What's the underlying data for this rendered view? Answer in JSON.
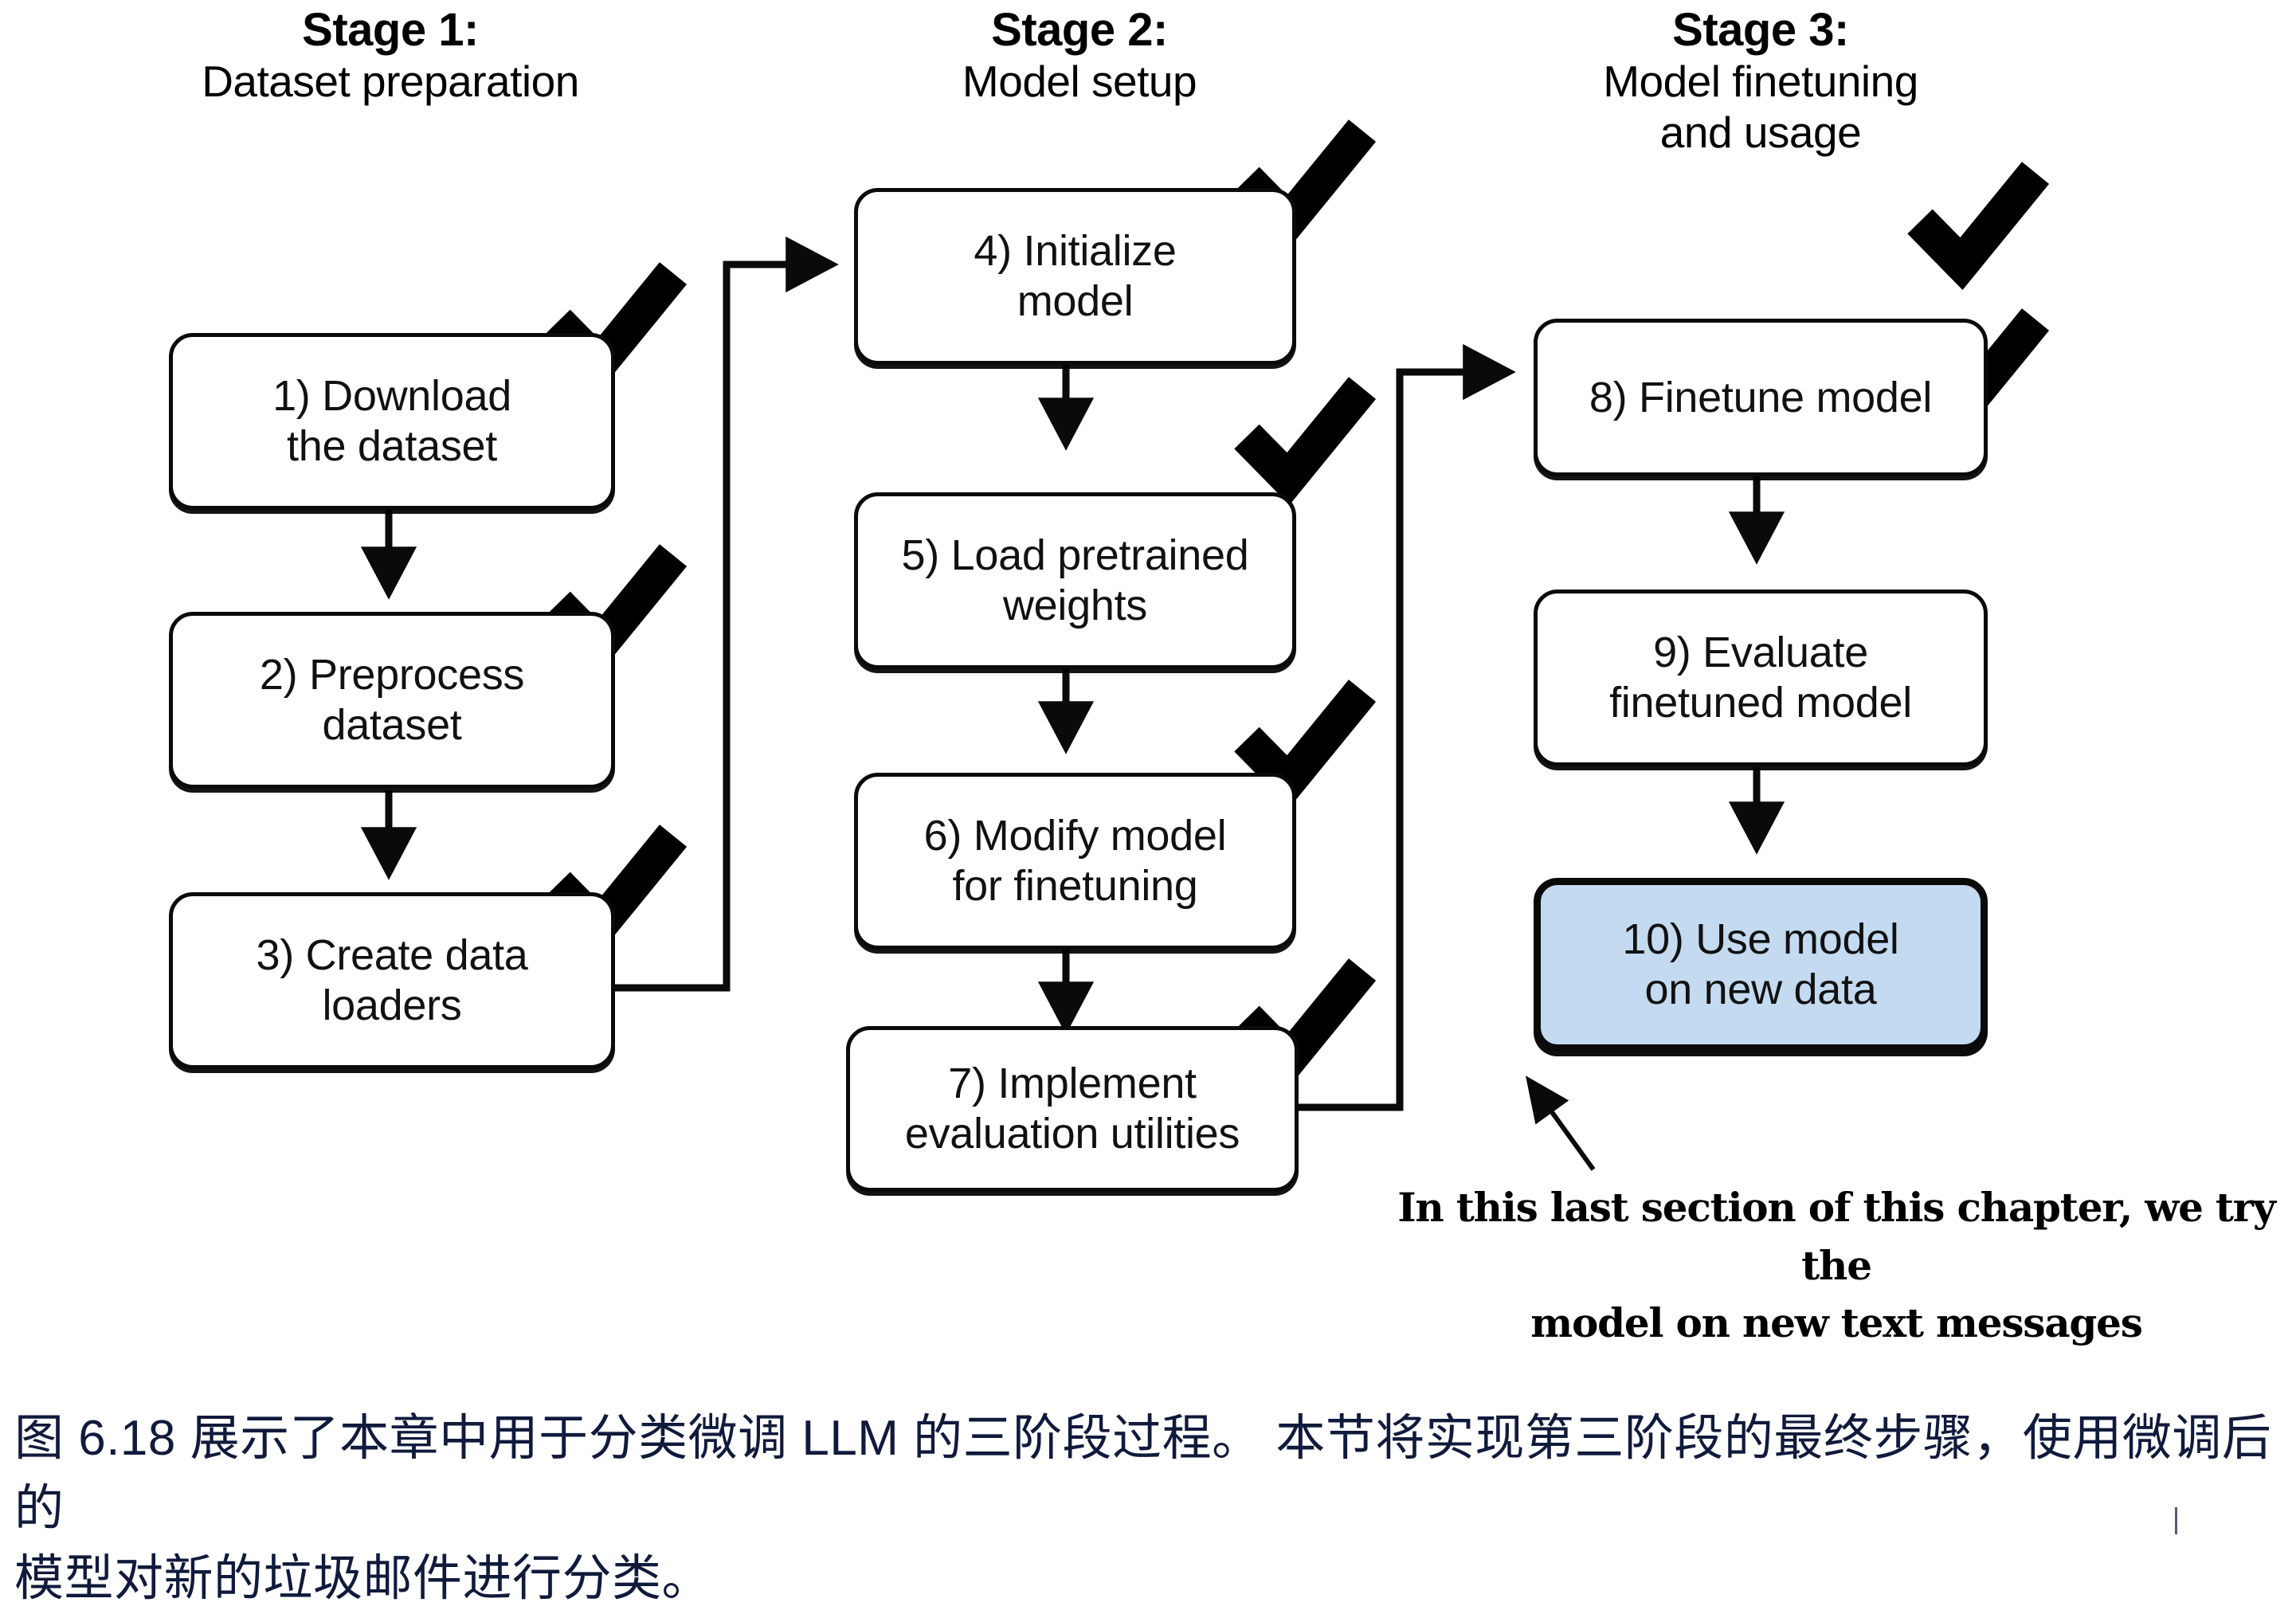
{
  "figure": {
    "title": "Three-stage LLM classification finetuning process",
    "background_color": "#ffffff",
    "highlight_color": "#c3daf0",
    "line_color": "#0a0a0a",
    "caption_color": "#101a3c"
  },
  "stages": [
    {
      "id": "stage-1",
      "title": "Stage 1:",
      "subtitle": "Dataset preparation"
    },
    {
      "id": "stage-2",
      "title": "Stage 2:",
      "subtitle": "Model setup"
    },
    {
      "id": "stage-3",
      "title": "Stage 3:",
      "subtitle_line1": "Model finetuning",
      "subtitle_line2": "and usage"
    }
  ],
  "nodes": [
    {
      "id": "node-1",
      "stage": 1,
      "line1": "1) Download",
      "line2": "the dataset",
      "checked": true,
      "highlighted": false
    },
    {
      "id": "node-2",
      "stage": 1,
      "line1": "2) Preprocess",
      "line2": "dataset",
      "checked": true,
      "highlighted": false
    },
    {
      "id": "node-3",
      "stage": 1,
      "line1": "3) Create data",
      "line2": "loaders",
      "checked": true,
      "highlighted": false
    },
    {
      "id": "node-4",
      "stage": 2,
      "line1": "4) Initialize",
      "line2": "model",
      "checked": true,
      "highlighted": false
    },
    {
      "id": "node-5",
      "stage": 2,
      "line1": "5) Load pretrained",
      "line2": "weights",
      "checked": true,
      "highlighted": false
    },
    {
      "id": "node-6",
      "stage": 2,
      "line1": "6) Modify model",
      "line2": "for finetuning",
      "checked": true,
      "highlighted": false
    },
    {
      "id": "node-7",
      "stage": 2,
      "line1": "7) Implement",
      "line2": "evaluation utilities",
      "checked": true,
      "highlighted": false
    },
    {
      "id": "node-8",
      "stage": 3,
      "line1": "8) Finetune model",
      "line2": "",
      "checked": true,
      "highlighted": false
    },
    {
      "id": "node-9",
      "stage": 3,
      "line1": "9) Evaluate",
      "line2": "finetuned model",
      "checked": true,
      "highlighted": false
    },
    {
      "id": "node-10",
      "stage": 3,
      "line1": "10) Use model",
      "line2": "on new data",
      "checked": false,
      "highlighted": true
    }
  ],
  "annotation": {
    "line1": "In this last section of this chapter, we try the",
    "line2": "model on new text messages"
  },
  "caption": {
    "line1": "图 6.18 展示了本章中用于分类微调 LLM 的三阶段过程。 本节将实现第三阶段的最终步骤，使用微调后的",
    "line2": "模型对新的垃圾邮件进行分类。"
  }
}
